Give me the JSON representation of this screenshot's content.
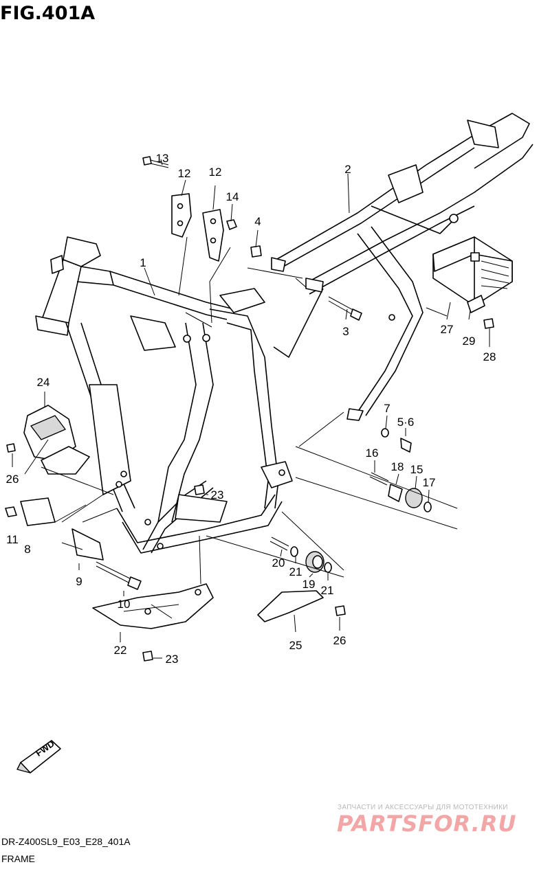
{
  "figure": {
    "title": "FIG.401A"
  },
  "callouts": [
    "1",
    "2",
    "3",
    "4",
    "5·6",
    "7",
    "8",
    "9",
    "10",
    "11",
    "12",
    "12",
    "13",
    "14",
    "15",
    "16",
    "17",
    "18",
    "19",
    "20",
    "21",
    "21",
    "22",
    "23",
    "23",
    "24",
    "25",
    "26",
    "26",
    "27",
    "28",
    "29"
  ],
  "direction_marker": {
    "text": "FWD"
  },
  "footer": {
    "code": "DR-Z400SL9_E03_E28_401A",
    "name": "FRAME"
  },
  "watermark": {
    "tagline": "ЗАПЧАСТИ И АКСЕССУАРЫ ДЛЯ МОТОТЕХНИКИ",
    "logo": "PARTSFOR.RU"
  }
}
